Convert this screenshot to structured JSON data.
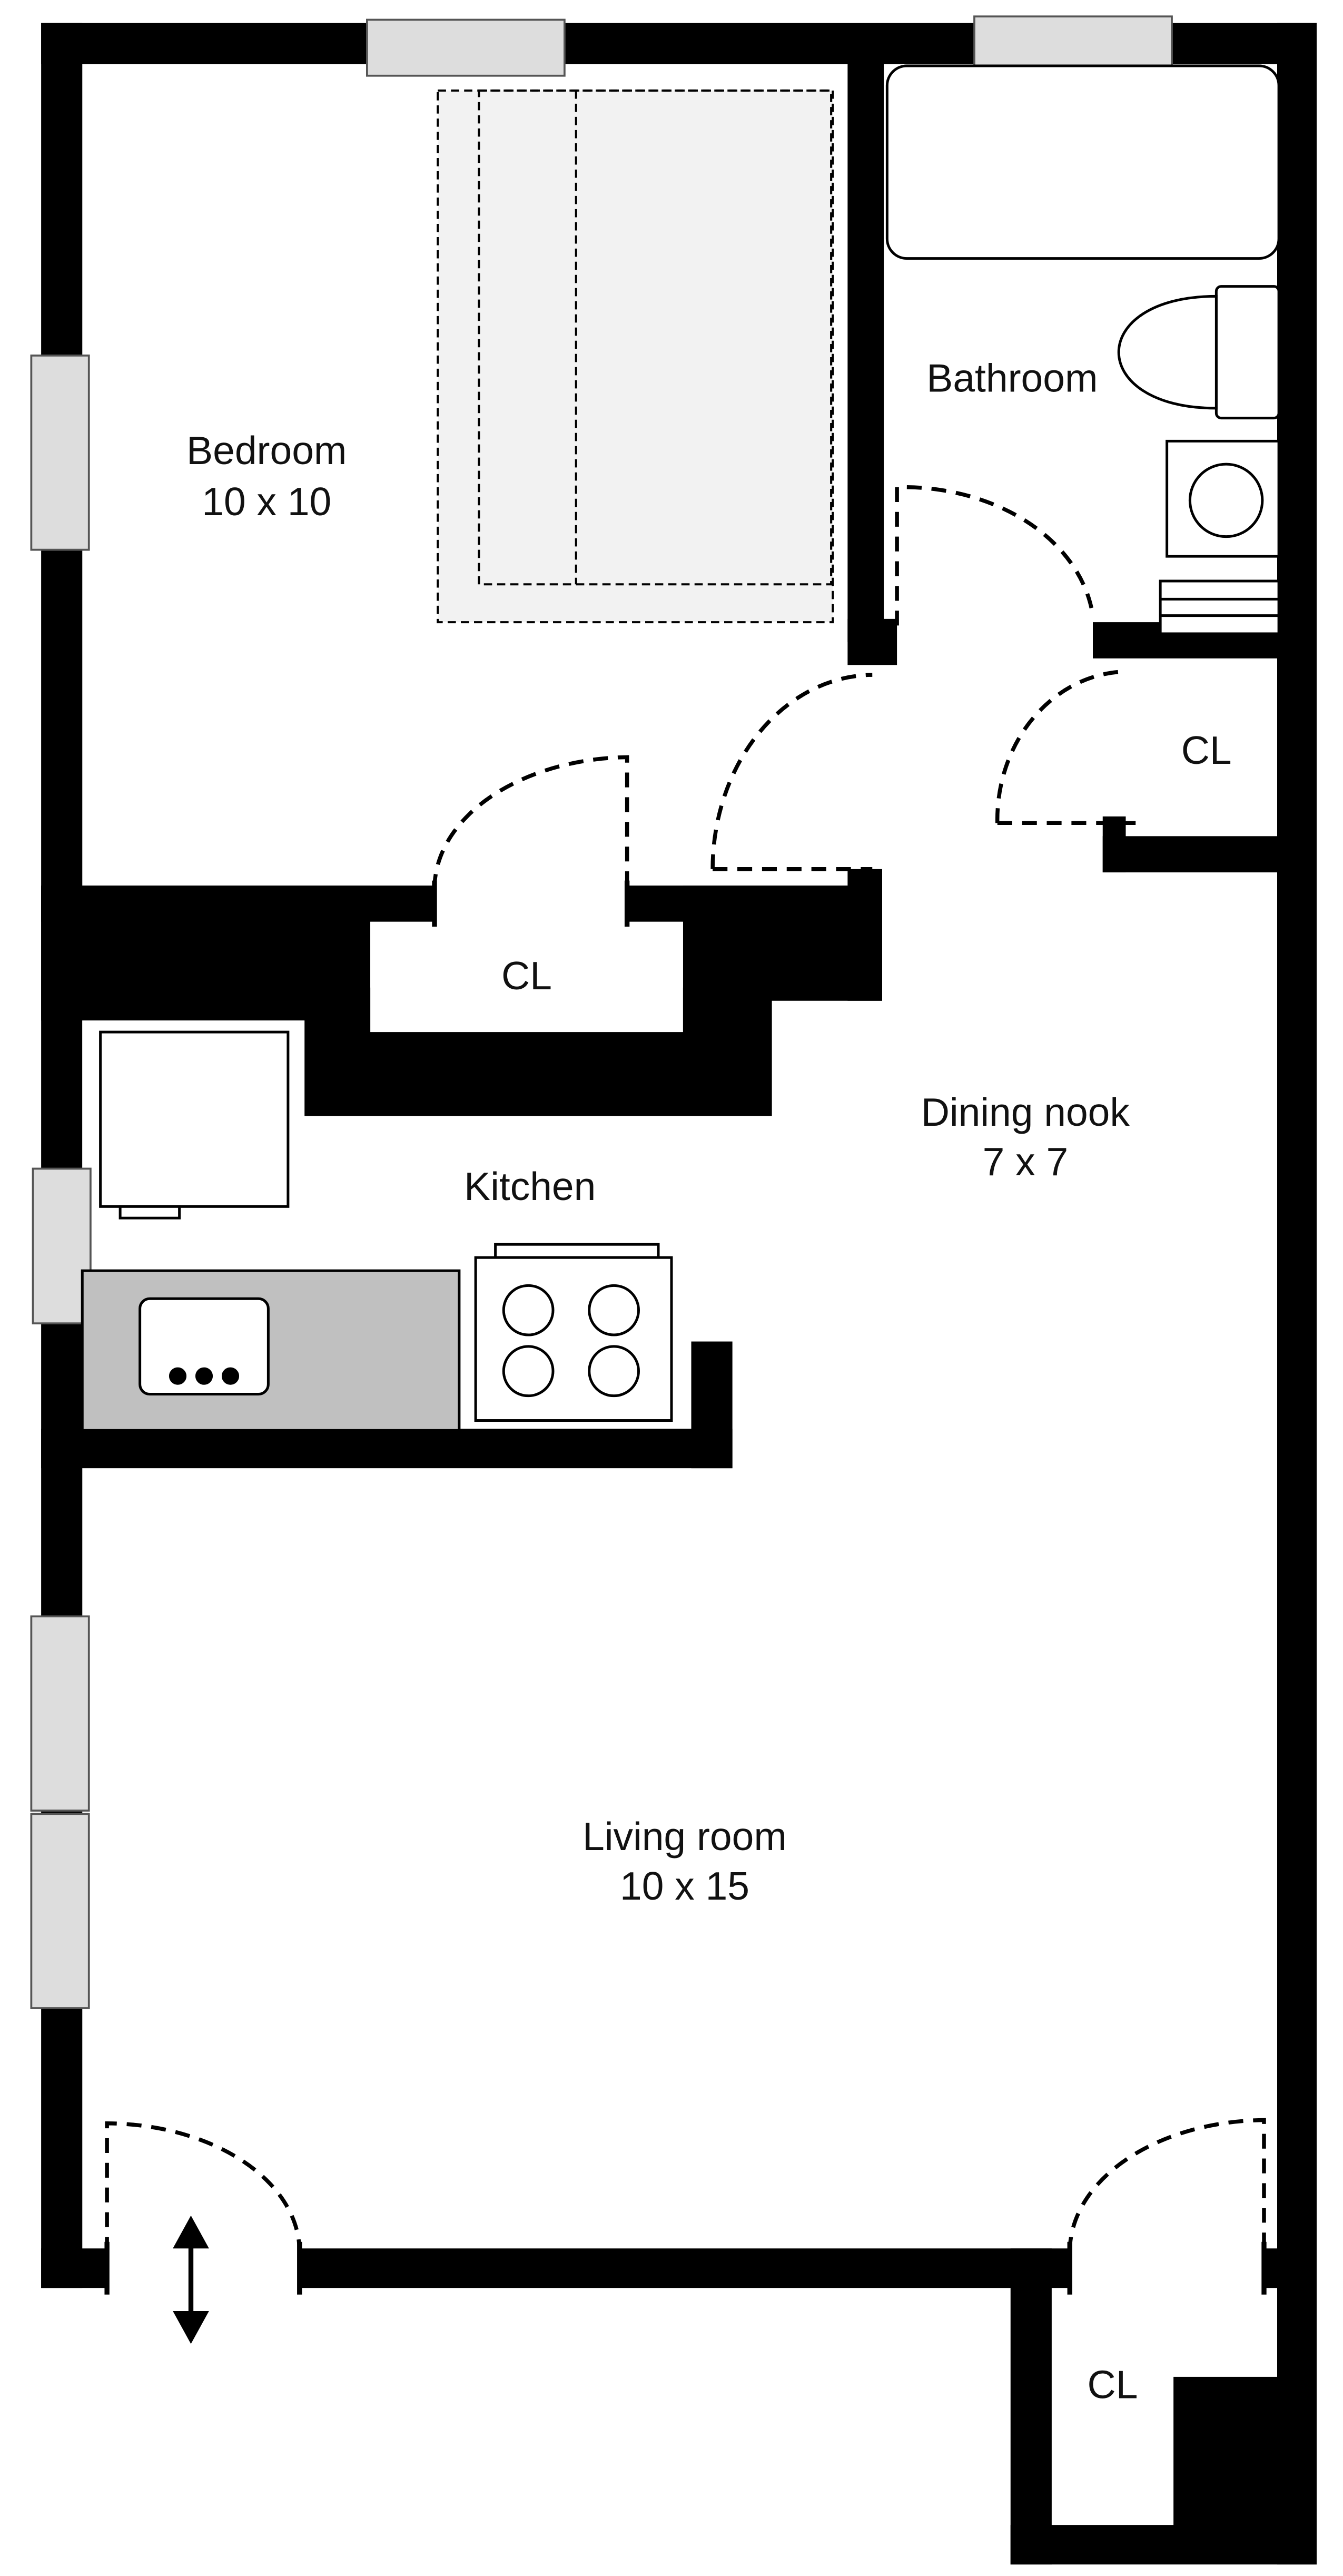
{
  "rooms": {
    "bedroom": {
      "name": "Bedroom",
      "size": "10 x 10"
    },
    "bathroom": {
      "name": "Bathroom"
    },
    "dining": {
      "name": "Dining nook",
      "size": "7 x 7"
    },
    "kitchen": {
      "name": "Kitchen"
    },
    "living": {
      "name": "Living room",
      "size": "10 x 15"
    }
  },
  "closets": {
    "bedroom_closet": "CL",
    "dining_closet": "CL",
    "entry_closet": "CL"
  },
  "icons": {
    "entrance": "double-arrow-icon"
  },
  "colors": {
    "wall": "#000000",
    "window": "#dddddd",
    "counter": "#c0c0c0",
    "bed": "#f2f2f2",
    "background": "#ffffff"
  }
}
